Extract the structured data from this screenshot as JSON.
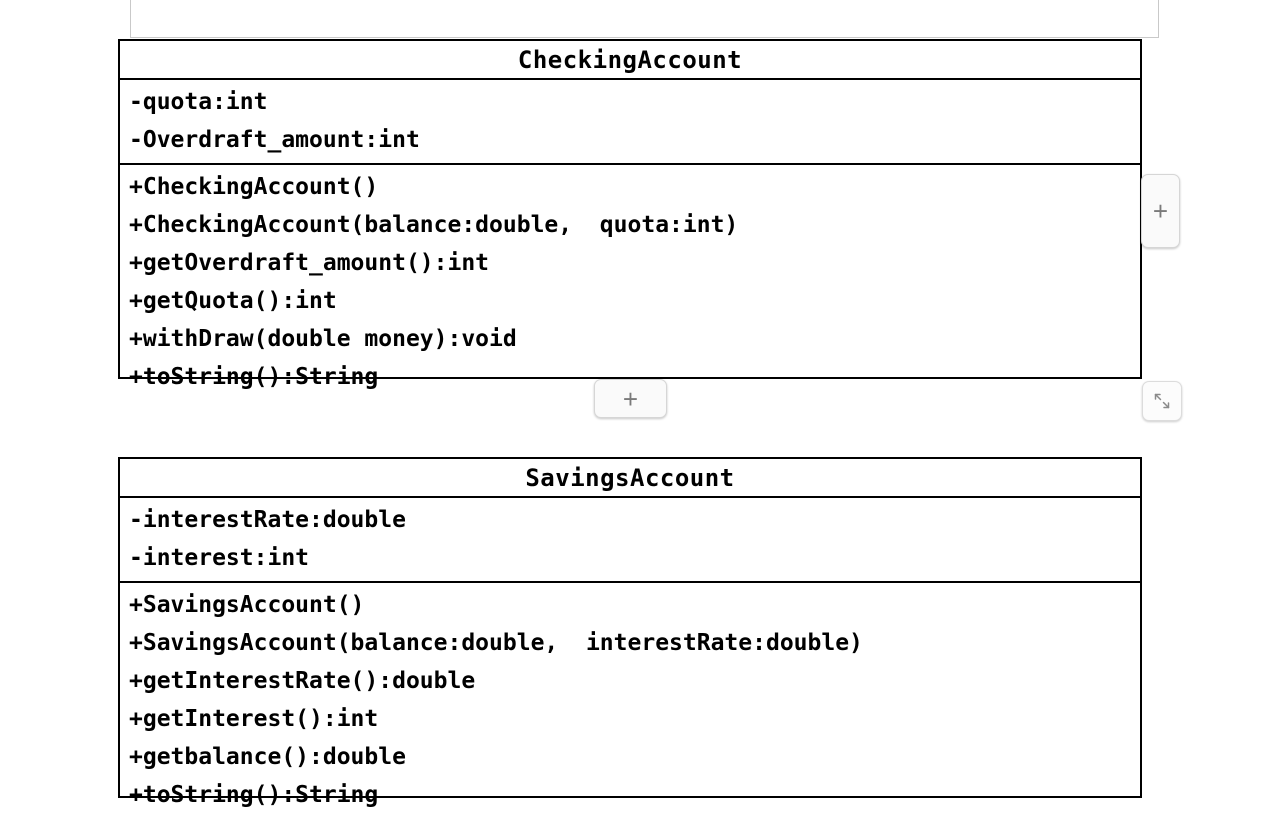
{
  "canvas": {
    "background": "#ffffff",
    "line_color": "#000000",
    "guide_color": "#c9c9c9"
  },
  "diagram": {
    "type": "uml-class-diagram",
    "classes": [
      {
        "name": "CheckingAccount",
        "attributes": [
          "-quota:int",
          "-Overdraft_amount:int"
        ],
        "methods": [
          "+CheckingAccount()",
          "+CheckingAccount(balance:double,  quota:int)",
          "+getOverdraft_amount():int",
          "+getQuota():int",
          "+withDraw(double money):void",
          "+toString():String"
        ]
      },
      {
        "name": "SavingsAccount",
        "attributes": [
          "-interestRate:double",
          "-interest:int"
        ],
        "methods": [
          "+SavingsAccount()",
          "+SavingsAccount(balance:double,  interestRate:double)",
          "+getInterestRate():double",
          "+getInterest():int",
          "+getbalance():double",
          "+toString():String"
        ]
      }
    ]
  },
  "controls": {
    "add_right_label": "+",
    "add_bottom_label": "+",
    "resize_handle_name": "resize-expand-icon"
  }
}
